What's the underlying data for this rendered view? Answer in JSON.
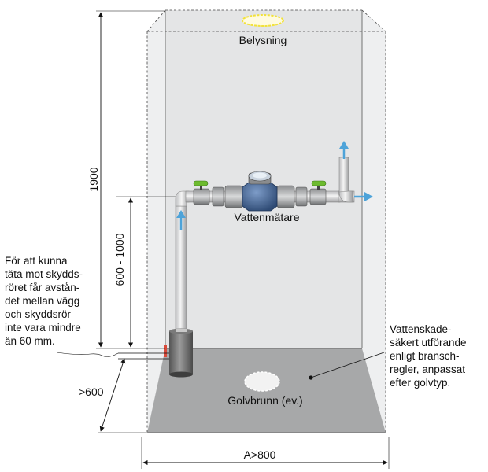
{
  "labels": {
    "lighting": "Belysning",
    "meter": "Vattenmätare",
    "drain": "Golvbrunn (ev.)"
  },
  "dimensions": {
    "height": "1900",
    "meter_height": "600 - 1000",
    "depth": ">600",
    "width": "A>800"
  },
  "notes": {
    "left": [
      "För att kunna",
      "täta mot skydds-",
      "röret får avstån-",
      "det mellan vägg",
      "och skyddsrör",
      "inte vara mindre",
      "än 60 mm."
    ],
    "right": [
      "Vattenskade-",
      "säkert utförande",
      "enligt bransch-",
      "regler, anpassat",
      "efter golvtyp."
    ]
  },
  "colors": {
    "wall": "#e4e5e6",
    "floor": "#a7a8a9",
    "flow_arrow": "#4da3d9",
    "light": "#f2e23a",
    "meter_body": "#3f5f8f",
    "valve_handle": "#6dbb2f",
    "seal_marker": "#d94a3a"
  }
}
